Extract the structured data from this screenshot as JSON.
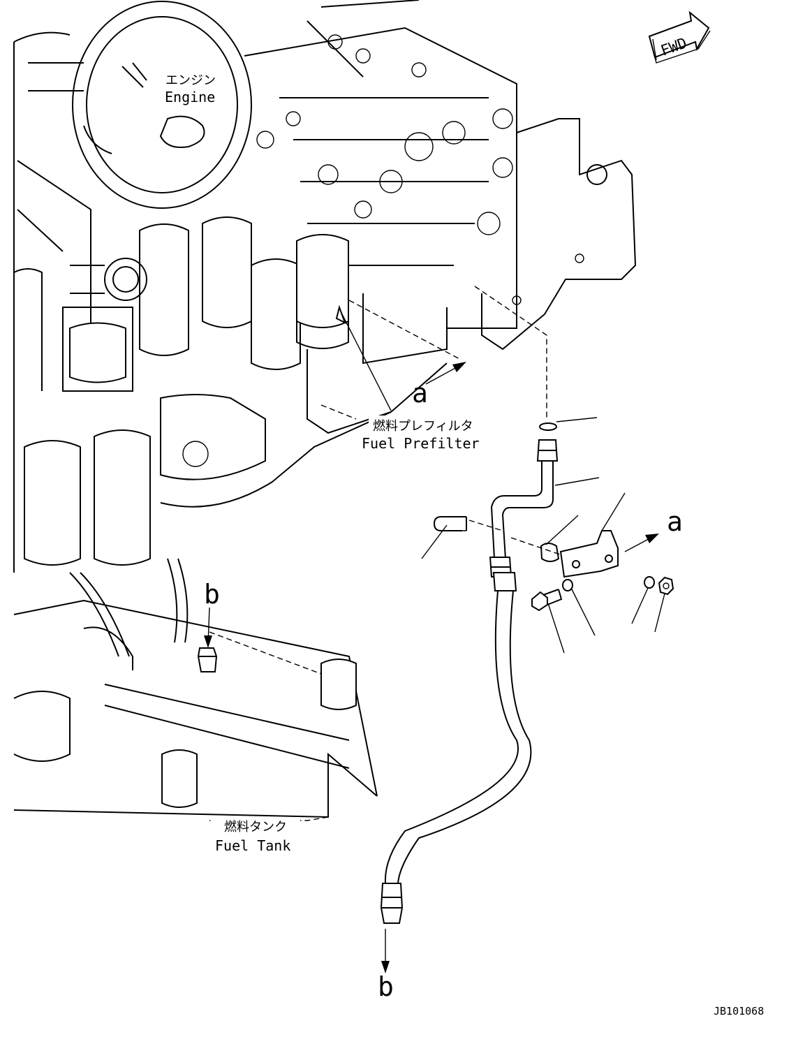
{
  "labels": {
    "engine_jp": "エンジン",
    "engine_en": "Engine",
    "prefilter_jp": "燃料プレフィルタ",
    "prefilter_en": "Fuel Prefilter",
    "tank_jp": "燃料タンク",
    "tank_en": "Fuel Tank",
    "fwd": "FWD",
    "ref_a": "a",
    "ref_b": "b",
    "drawing_no": "JB101068"
  }
}
